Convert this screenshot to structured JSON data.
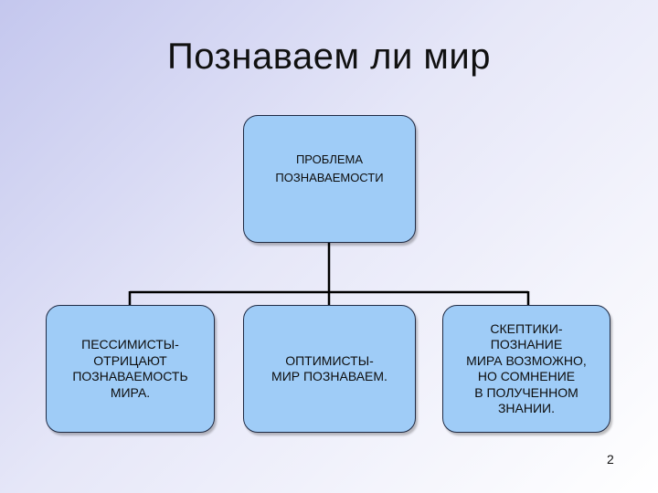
{
  "slide": {
    "title": "Познаваем ли мир",
    "page_number": "2"
  },
  "diagram": {
    "root": "ПРОБЛЕМА\nПОЗНАВАЕМОСТИ",
    "children": [
      "ПЕССИМИСТЫ-\nОТРИЦАЮТ\nПОЗНАВАЕМОСТЬ\nМИРА.",
      "ОПТИМИСТЫ-\nМИР ПОЗНАВАЕМ.",
      "СКЕПТИКИ-\nПОЗНАНИЕ\nМИРА ВОЗМОЖНО,\nНО СОМНЕНИЕ\nВ ПОЛУЧЕННОМ\nЗНАНИИ."
    ]
  },
  "colors": {
    "box_fill": "#9fccf7",
    "box_border": "#1f2a44"
  }
}
